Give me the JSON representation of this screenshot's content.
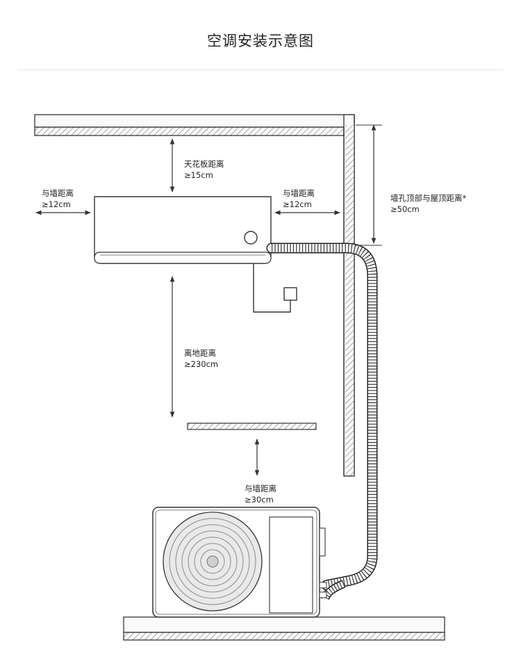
{
  "title": "空调安装示意图",
  "labels": {
    "ceiling": {
      "name": "天花板距离",
      "value": "≥15cm"
    },
    "wall_left": {
      "name": "与墙距离",
      "value": "≥12cm"
    },
    "wall_right": {
      "name": "与墙距离",
      "value": "≥12cm"
    },
    "roof": {
      "name": "墙孔顶部与屋顶距离*",
      "value": "≥50cm"
    },
    "ground": {
      "name": "离地距离",
      "value": "≥230cm"
    },
    "outdoor_wall": {
      "name": "与墙距离",
      "value": "≥30cm"
    }
  }
}
